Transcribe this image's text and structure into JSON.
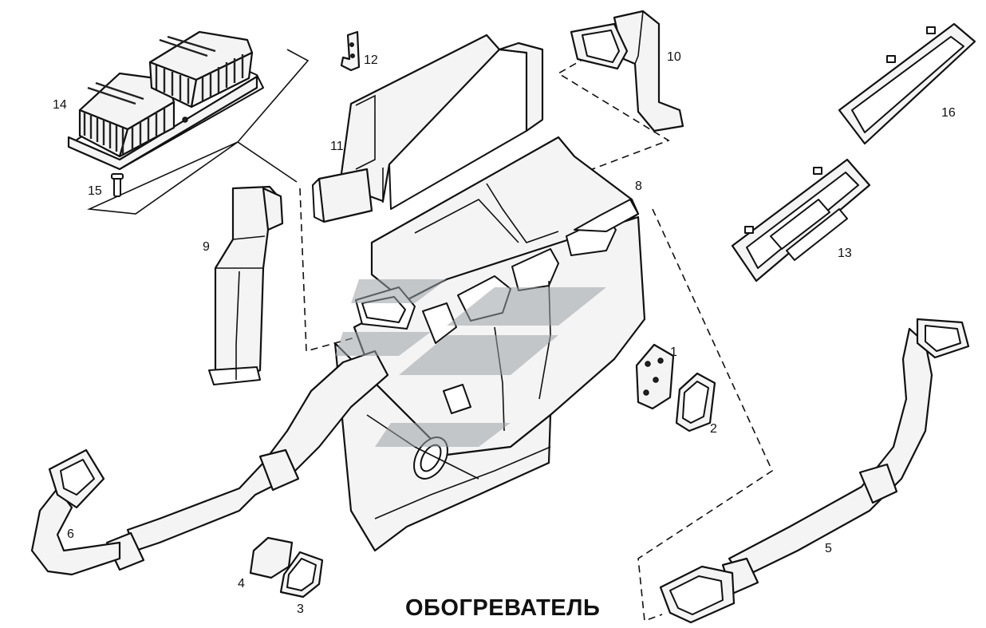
{
  "title": "ОБОГРЕВАТЕЛЬ",
  "part_numbers": [
    "1",
    "2",
    "3",
    "4",
    "5",
    "6",
    "8",
    "9",
    "10",
    "11",
    "12",
    "13",
    "14",
    "15",
    "16"
  ]
}
